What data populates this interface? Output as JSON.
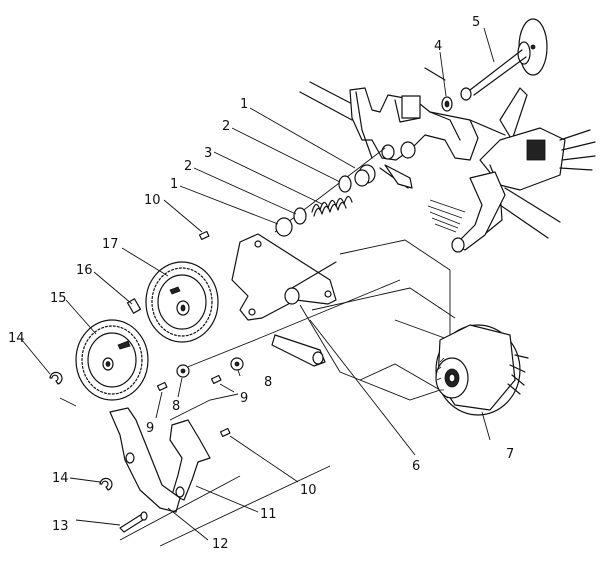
{
  "diagram": {
    "labels": {
      "p1a": "1",
      "p1b": "1",
      "p2a": "2",
      "p2b": "2",
      "p3": "3",
      "p4": "4",
      "p5": "5",
      "p6": "6",
      "p7": "7",
      "p8a": "8",
      "p8b": "8",
      "p9a": "9",
      "p9b": "9",
      "p10a": "10",
      "p10b": "10",
      "p11": "11",
      "p12": "12",
      "p13": "13",
      "p14a": "14",
      "p14b": "14",
      "p15": "15",
      "p16": "16",
      "p17": "17"
    }
  }
}
